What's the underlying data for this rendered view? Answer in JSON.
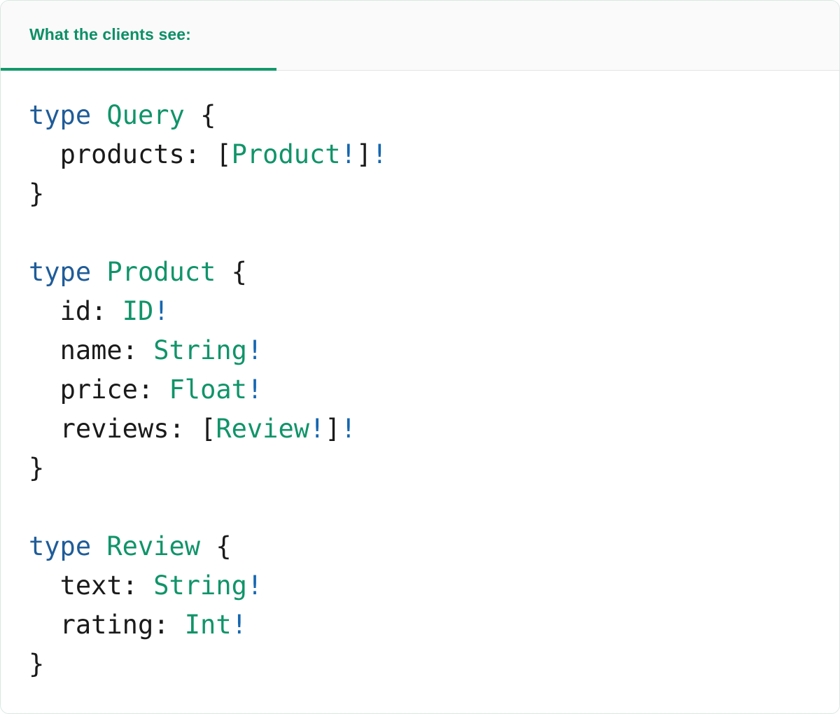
{
  "card": {
    "accent_green": "#12996c",
    "header_bg": "#fafafa",
    "body_bg": "#ffffff",
    "border_color": "#d9e8e1"
  },
  "header": {
    "tab_label": "What the clients see:",
    "tab_text_color": "#0d8f66",
    "underline_color": "#12996c"
  },
  "syntax_colors": {
    "keyword": "#1f5c99",
    "type_name": "#109469",
    "punctuation": "#1a1a1a",
    "field_name": "#1a1a1a",
    "non_null_bang": "#1566b0"
  },
  "code": {
    "language": "graphql",
    "raw": "type Query {\n  products: [Product!]!\n}\n\ntype Product {\n  id: ID!\n  name: String!\n  price: Float!\n  reviews: [Review!]!\n}\n\ntype Review {\n  text: String!\n  rating: Int!\n}",
    "lines": [
      {
        "n": 1,
        "text": "type Query {"
      },
      {
        "n": 2,
        "text": "  products: [Product!]!"
      },
      {
        "n": 3,
        "text": "}"
      },
      {
        "n": 4,
        "text": ""
      },
      {
        "n": 5,
        "text": "type Product {"
      },
      {
        "n": 6,
        "text": "  id: ID!"
      },
      {
        "n": 7,
        "text": "  name: String!"
      },
      {
        "n": 8,
        "text": "  price: Float!"
      },
      {
        "n": 9,
        "text": "  reviews: [Review!]!"
      },
      {
        "n": 10,
        "text": "}"
      },
      {
        "n": 11,
        "text": ""
      },
      {
        "n": 12,
        "text": "type Review {"
      },
      {
        "n": 13,
        "text": "  text: String!"
      },
      {
        "n": 14,
        "text": "  rating: Int!"
      },
      {
        "n": 15,
        "text": "}"
      }
    ],
    "tokens": {
      "keyword_type": "type",
      "brace_open": "{",
      "brace_close": "}",
      "bracket_open": "[",
      "bracket_close": "]",
      "bang": "!",
      "colon": ":",
      "indent": "  "
    },
    "types": [
      {
        "name": "Query",
        "fields": [
          {
            "name": "products",
            "type": "[Product!]!"
          }
        ]
      },
      {
        "name": "Product",
        "fields": [
          {
            "name": "id",
            "type": "ID!"
          },
          {
            "name": "name",
            "type": "String!"
          },
          {
            "name": "price",
            "type": "Float!"
          },
          {
            "name": "reviews",
            "type": "[Review!]!"
          }
        ]
      },
      {
        "name": "Review",
        "fields": [
          {
            "name": "text",
            "type": "String!"
          },
          {
            "name": "rating",
            "type": "Int!"
          }
        ]
      }
    ]
  }
}
